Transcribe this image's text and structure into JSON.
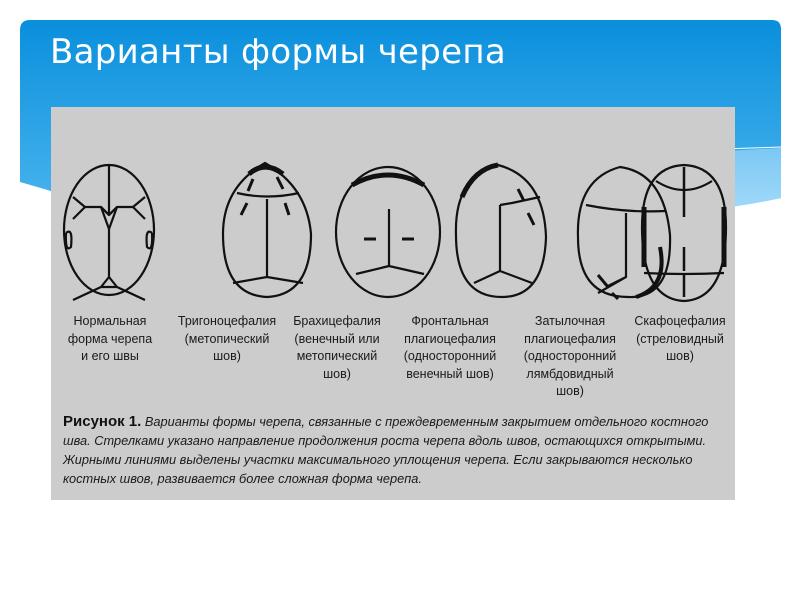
{
  "slide": {
    "title": "Варианты формы черепа",
    "colors": {
      "header_top": "#0a8fdc",
      "header_bottom": "#4ab5ee",
      "wave_light": "#8fd0f7",
      "figure_bg": "#cccccc",
      "text": "#1a1a1a"
    }
  },
  "figure": {
    "skulls": [
      {
        "id": "normal",
        "label": "Нормальная\nформа черепа\nи его швы"
      },
      {
        "id": "trigonocephaly",
        "label": "Тригоноцефалия\n(метопический\nшов)"
      },
      {
        "id": "brachycephaly",
        "label": "Брахицефалия\n(венечный или\nметопический\nшов)"
      },
      {
        "id": "frontal-plagiocephaly",
        "label": "Фронтальная\nплагиоцефалия\n(односторонний\nвенечный шов)"
      },
      {
        "id": "occipital-plagiocephaly",
        "label": "Затылочная\nплагиоцефалия\n(односторонний\nлямбдовидный\nшов)"
      },
      {
        "id": "scaphocephaly",
        "label": "Скафоцефалия\n(стреловидный\nшов)"
      }
    ],
    "caption": {
      "heading": "Рисунок 1.",
      "text": "Варианты формы черепа, связанные с преждевременным закрытием отдельного костного шва. Стрелками указано направление продолжения роста черепа вдоль швов, остающихся открытыми. Жирными линиями выделены участки максимального уплощения черепа. Если закрываются несколько костных швов, развивается более сложная форма черепа."
    }
  }
}
